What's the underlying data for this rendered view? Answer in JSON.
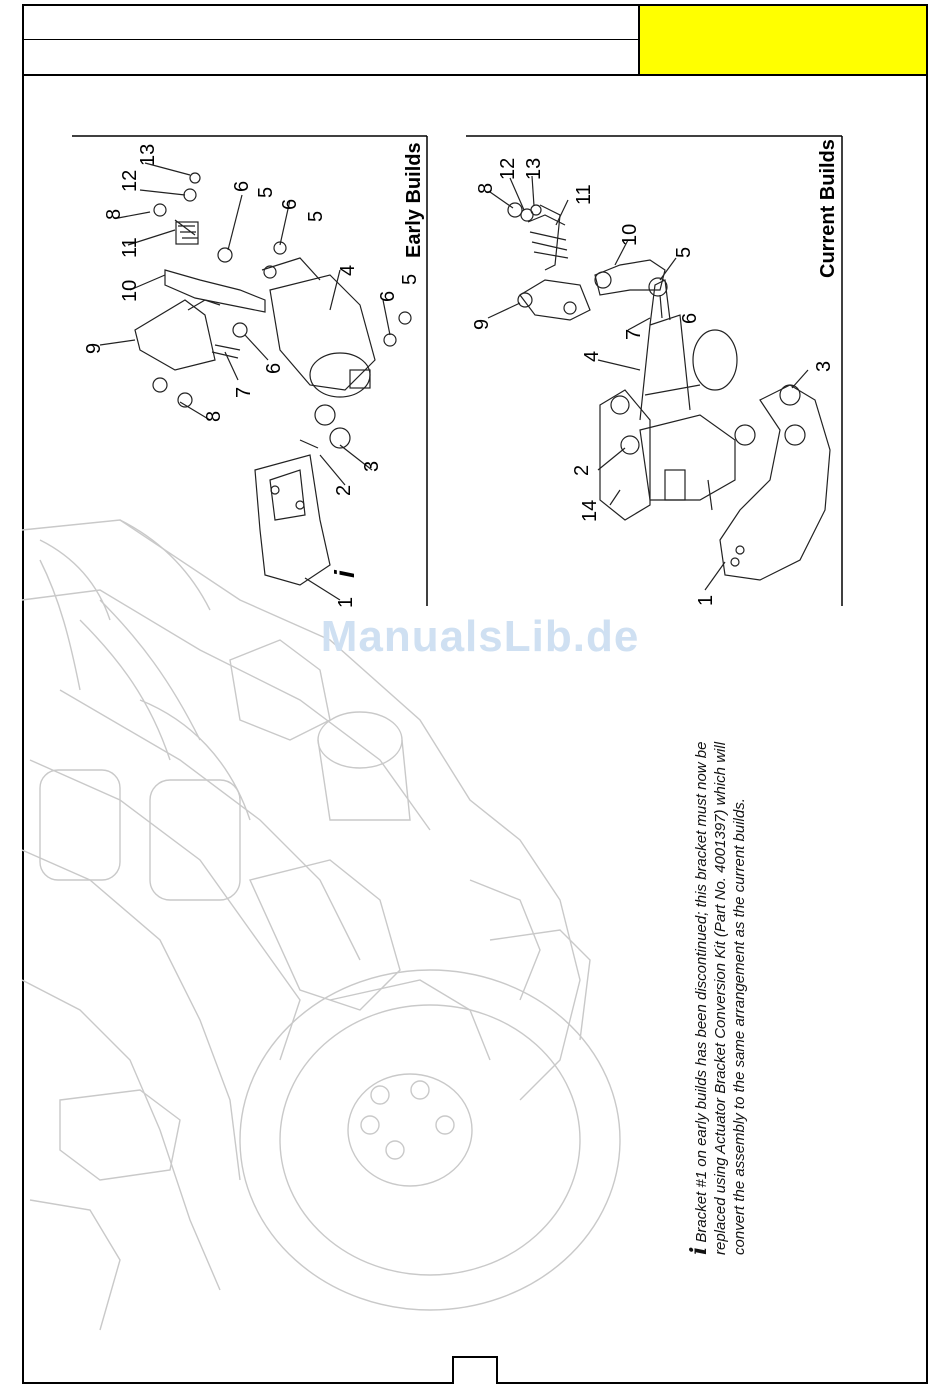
{
  "header": {
    "title_line_1": "",
    "title_line_2": "",
    "highlight_color": "#ffff00"
  },
  "watermark": {
    "text": "ManualsLib.de"
  },
  "figures": {
    "early": {
      "title": "Early Builds",
      "callouts": [
        "1",
        "2",
        "3",
        "4",
        "5",
        "5",
        "5",
        "6",
        "6",
        "6",
        "6",
        "7",
        "8",
        "8",
        "9",
        "10",
        "11",
        "12",
        "13"
      ],
      "info_icon": "i"
    },
    "current": {
      "title": "Current Builds",
      "callouts": [
        "1",
        "2",
        "3",
        "4",
        "5",
        "6",
        "7",
        "8",
        "9",
        "10",
        "11",
        "12",
        "13",
        "14"
      ]
    }
  },
  "note": {
    "icon": "info-icon",
    "icon_glyph": "i",
    "text": "Bracket #1 on early builds has been discontinued; this bracket must now be replaced using Actuator Bracket Conversion Kit (Part No. 4001397) which will convert the assembly to the same arrangement as the current builds."
  },
  "footer": {
    "page_number": ""
  }
}
